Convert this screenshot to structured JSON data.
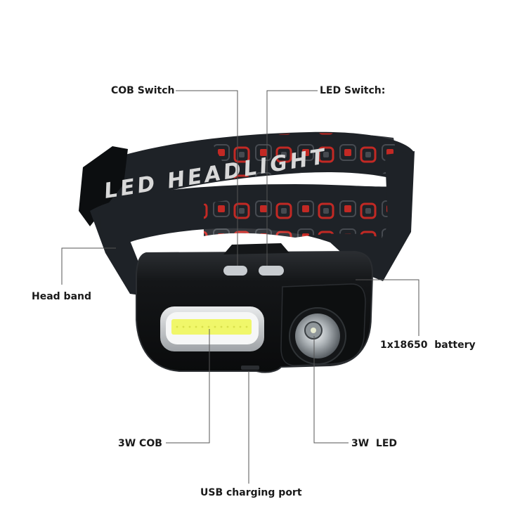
{
  "colors": {
    "strap_dark": "#1e2227",
    "strap_edge": "#0c0e10",
    "pattern_red": "#d42a24",
    "pattern_grey": "#4a4f55",
    "strap_text": "#d8d8d8",
    "housing": "#141618",
    "housing_edge": "#2a2d31",
    "cob_yellow": "#f0f76a",
    "cob_frame": "#cfd2d4",
    "led_lens": "#c9cdd0",
    "leader_line": "#555555"
  },
  "strap_text": "LED HEADLIGHT",
  "labels": {
    "cob_switch": "COB Switch",
    "led_switch": "LED Switch:",
    "head_band": "Head band",
    "battery": "1x18650  battery",
    "cob": "3W COB",
    "led": "3W  LED",
    "usb": "USB charging port"
  }
}
